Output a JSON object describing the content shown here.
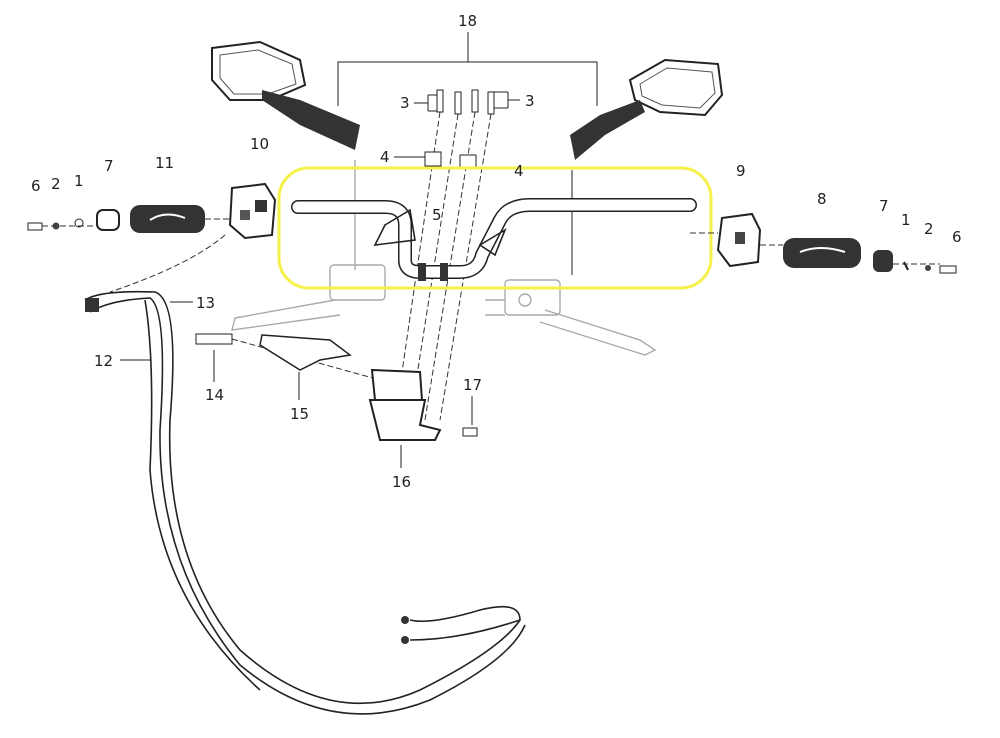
{
  "diagram": {
    "title": "Handlebar assembly exploded view",
    "highlight_color": "#f5f04a",
    "callouts": [
      "18",
      "3",
      "3",
      "4",
      "4",
      "5",
      "10",
      "11",
      "7",
      "1",
      "2",
      "6",
      "9",
      "8",
      "7",
      "1",
      "2",
      "6",
      "13",
      "12",
      "14",
      "15",
      "16",
      "17"
    ]
  }
}
